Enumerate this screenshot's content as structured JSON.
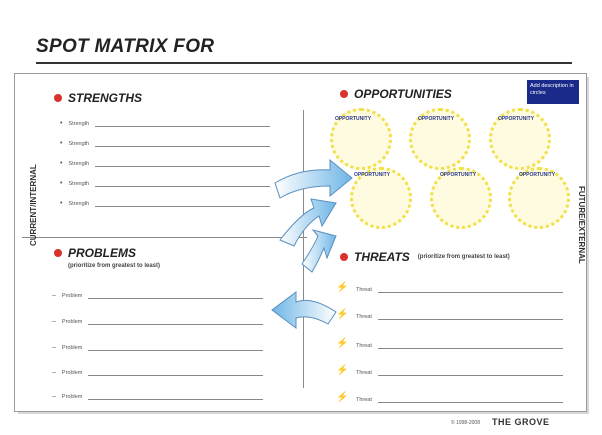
{
  "title": "SPOT MATRIX FOR",
  "side_labels": {
    "left": "CURRENT/INTERNAL",
    "right": "FUTURE/EXTERNAL"
  },
  "note": "Add description in circles",
  "strengths": {
    "heading": "STRENGTHS",
    "items": [
      "Strength",
      "Strength",
      "Strength",
      "Strength",
      "Strength"
    ]
  },
  "problems": {
    "heading": "PROBLEMS",
    "subheading": "(prioritize from greatest to least)",
    "items": [
      "Problem",
      "Problem",
      "Problem",
      "Problem",
      "Problem"
    ]
  },
  "opportunities": {
    "heading": "OPPORTUNITIES",
    "circles": [
      "OPPORTUNITY",
      "OPPORTUNITY",
      "OPPORTUNITY",
      "OPPORTUNITY",
      "OPPORTUNITY",
      "OPPORTUNITY"
    ]
  },
  "threats": {
    "heading": "THREATS",
    "subheading": "(prioritize from greatest to least)",
    "items": [
      "Threat",
      "Threat",
      "Threat",
      "Threat",
      "Threat"
    ]
  },
  "footer": {
    "small": "© 1998-2008",
    "brand": "THE GROVE"
  },
  "colors": {
    "dot": "#d9322a",
    "note_bg": "#1a2a8a",
    "circle": "#f0e04a",
    "arrow": "#6fb6e6"
  }
}
